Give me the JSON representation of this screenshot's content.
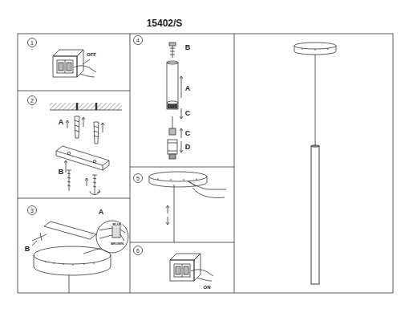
{
  "diagram": {
    "title": "15402/S",
    "labels": [
      "1",
      "OFF",
      "2",
      "A",
      "B",
      "3",
      "A",
      "BLUE",
      "BROWN",
      "B",
      "4",
      "B",
      "A",
      "C",
      "C",
      "D",
      "5",
      "6",
      "ON"
    ]
  }
}
